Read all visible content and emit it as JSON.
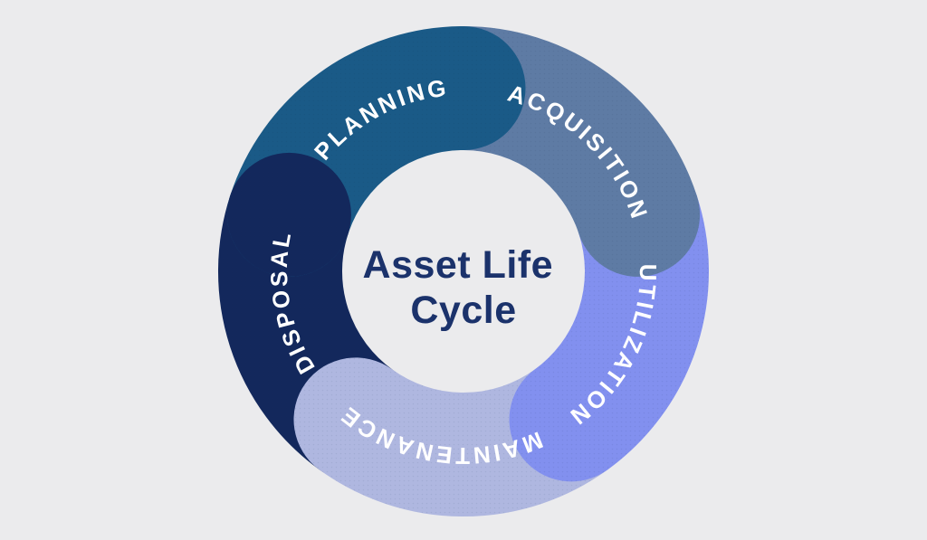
{
  "diagram": {
    "title_line1": "Asset Life",
    "title_line2": "Cycle",
    "segments": [
      {
        "label": "PLANNING",
        "color": "#1a5a87"
      },
      {
        "label": "ACQUISITION",
        "color": "#5e7ba4"
      },
      {
        "label": "UTILIZATION",
        "color": "#8290ef"
      },
      {
        "label": "MAINTENANCE",
        "color": "#afb7e0"
      },
      {
        "label": "DISPOSAL",
        "color": "#13285c"
      }
    ],
    "colors": {
      "background": "#ebebed",
      "title_text": "#1b326b",
      "label_text": "#ffffff"
    }
  }
}
